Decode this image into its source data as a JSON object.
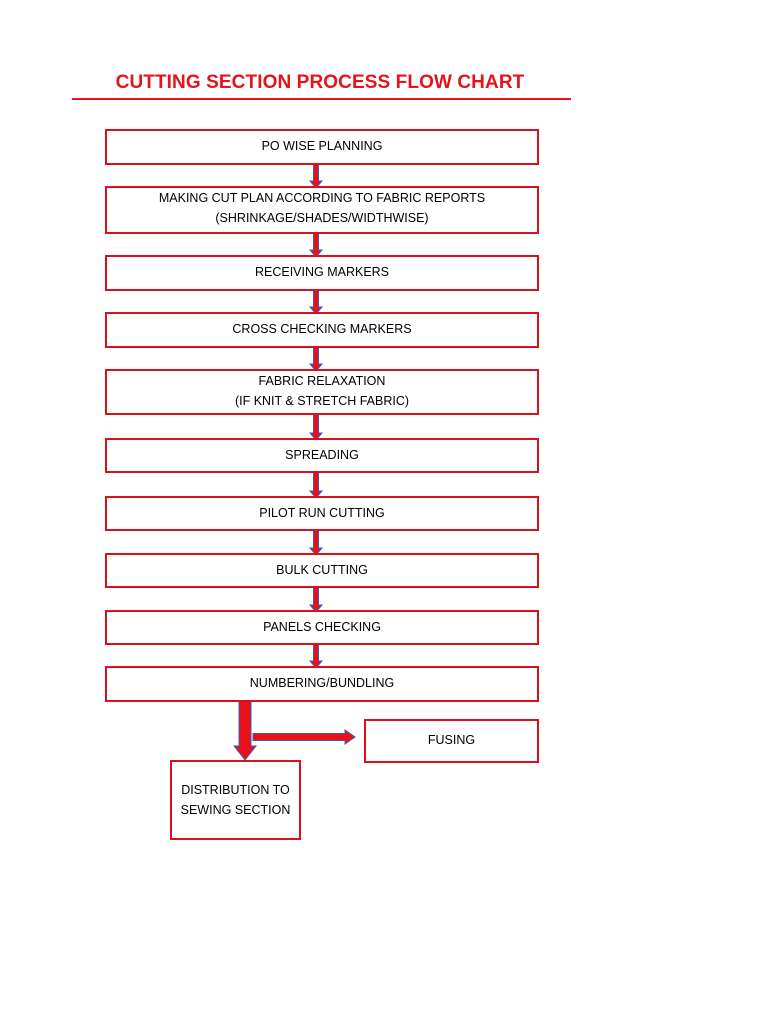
{
  "title": "CUTTING SECTION PROCESS FLOW CHART",
  "colors": {
    "title": "#e3141b",
    "box_border": "#d9111a",
    "arrow_fill": "#e8111a",
    "arrow_outline": "#3a5db8"
  },
  "steps": [
    {
      "lines": [
        "PO WISE PLANNING"
      ]
    },
    {
      "lines": [
        "MAKING CUT PLAN ACCORDING TO FABRIC REPORTS",
        "(SHRINKAGE/SHADES/WIDTHWISE)"
      ]
    },
    {
      "lines": [
        "RECEIVING MARKERS"
      ]
    },
    {
      "lines": [
        "CROSS CHECKING MARKERS"
      ]
    },
    {
      "lines": [
        "FABRIC RELAXATION",
        "(IF KNIT & STRETCH FABRIC)"
      ]
    },
    {
      "lines": [
        "SPREADING"
      ]
    },
    {
      "lines": [
        "PILOT RUN CUTTING"
      ]
    },
    {
      "lines": [
        "BULK CUTTING"
      ]
    },
    {
      "lines": [
        "PANELS CHECKING"
      ]
    },
    {
      "lines": [
        "NUMBERING/BUNDLING"
      ]
    }
  ],
  "branch_fusing": {
    "lines": [
      "FUSING"
    ]
  },
  "branch_distribution": {
    "lines": [
      "DISTRIBUTION TO",
      "SEWING SECTION"
    ]
  }
}
